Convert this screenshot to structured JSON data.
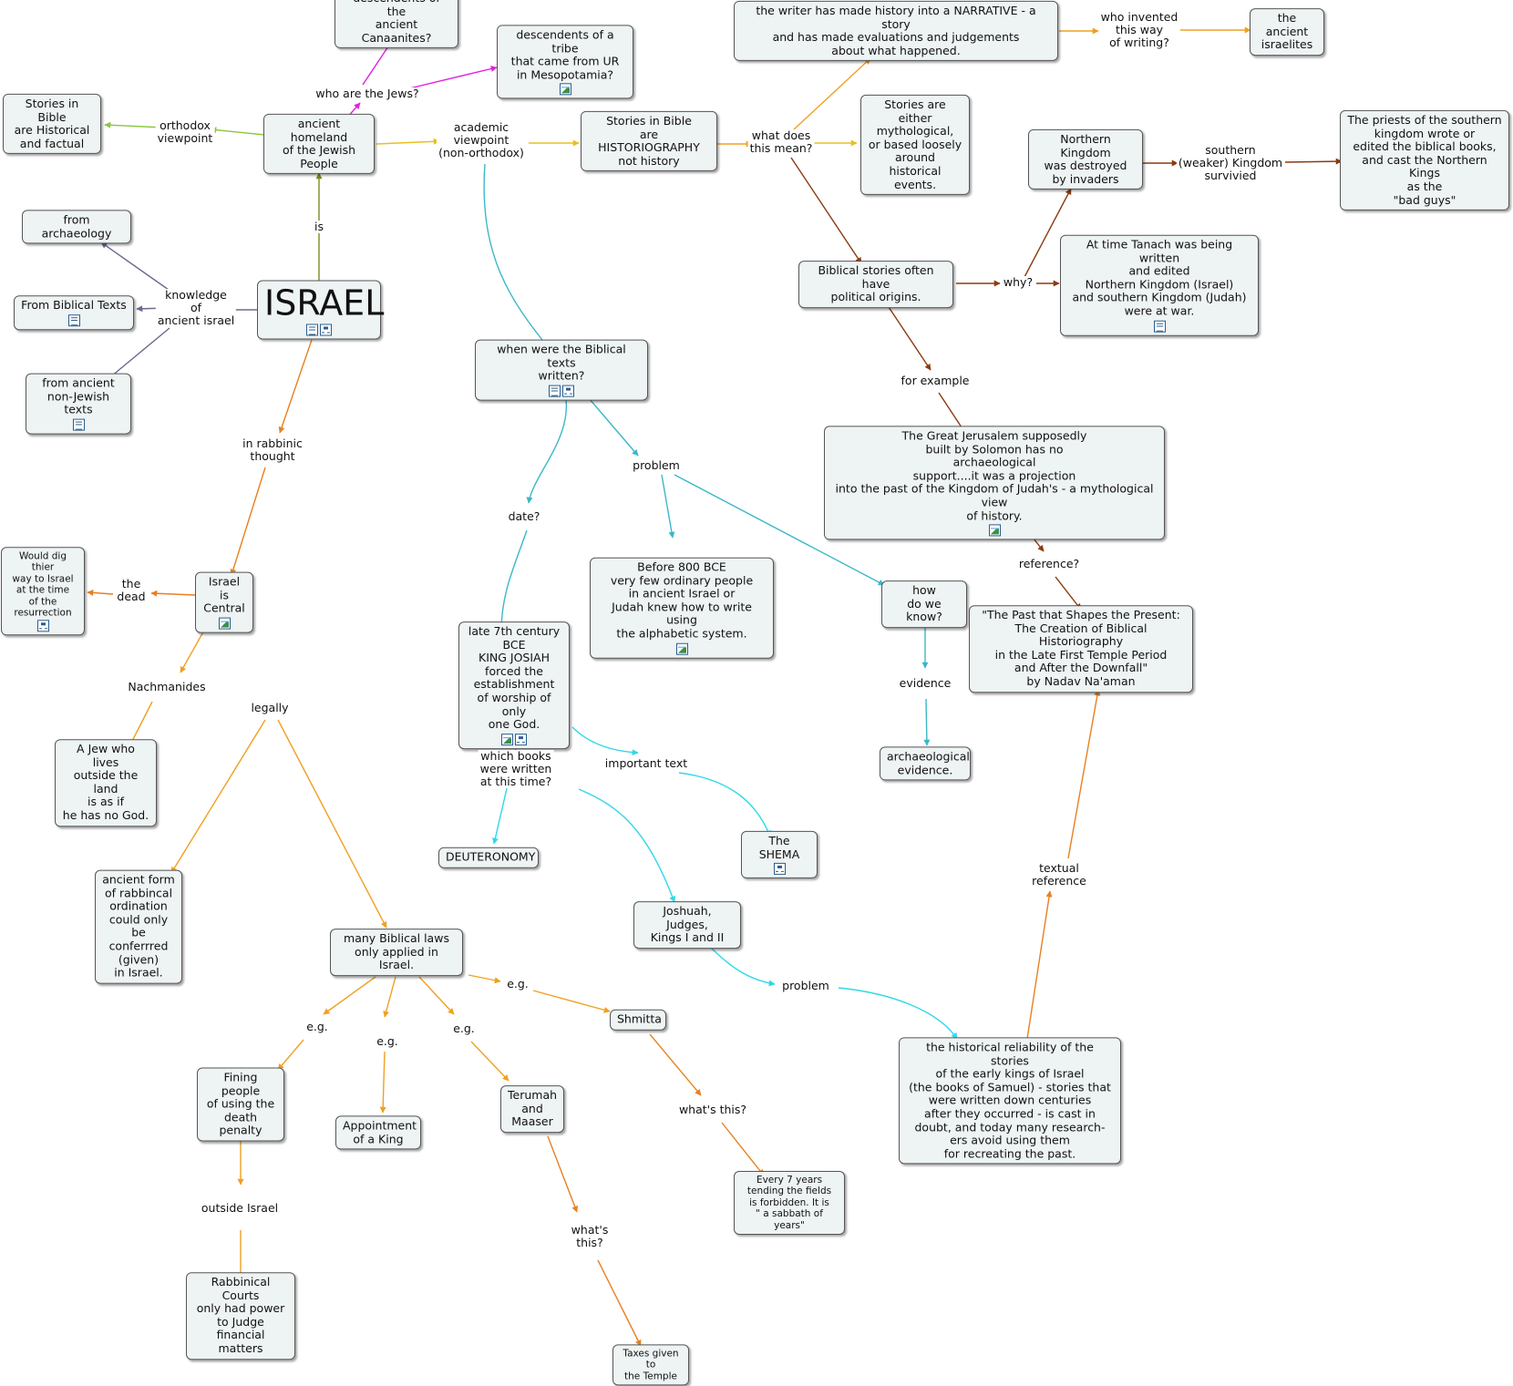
{
  "concept_map": {
    "nodes": [
      {
        "id": "israel",
        "text": "ISRAEL",
        "icons": [
          "doc",
          "map"
        ]
      },
      {
        "id": "homeland",
        "text": "ancient homeland\nof the Jewish\nPeople"
      },
      {
        "id": "canaanites",
        "text": "descendents of the\nancient Canaanites?"
      },
      {
        "id": "ur",
        "text": "descendents of a tribe\nthat came from UR\nin Mesopotamia?",
        "icons": [
          "image"
        ]
      },
      {
        "id": "historical",
        "text": "Stories in Bible\nare Historical\nand factual"
      },
      {
        "id": "historiography",
        "text": "Stories in Bible\nare HISTORIOGRAPHY\nnot history"
      },
      {
        "id": "narrative",
        "text": "the writer has made history into a NARRATIVE - a story\nand has made evaluations and judgements\nabout what happened."
      },
      {
        "id": "israelites",
        "text": "the ancient\nisraelites"
      },
      {
        "id": "mythological",
        "text": "Stories are either\nmythological,\nor based loosely\naround historical\nevents."
      },
      {
        "id": "northern",
        "text": "Northern Kingdom\nwas destroyed\nby invaders"
      },
      {
        "id": "priests",
        "text": "The priests of the southern\nkingdom wrote or\nedited  the biblical books,\nand cast the Northern Kings\nas the\n\"bad guys\""
      },
      {
        "id": "political",
        "text": "Biblical stories often have\npolitical origins."
      },
      {
        "id": "tanach",
        "text": "At time Tanach was being written\nand edited\nNorthern Kingdom (Israel)\nand southern Kingdom (Judah)\nwere at war.",
        "icons": [
          "doc"
        ]
      },
      {
        "id": "archaeology",
        "text": "from archaeology"
      },
      {
        "id": "biblical_texts",
        "text": "From Biblical Texts",
        "icons": [
          "doc"
        ]
      },
      {
        "id": "non_jewish",
        "text": "from ancient\nnon-Jewish texts",
        "icons": [
          "doc"
        ]
      },
      {
        "id": "when_written",
        "text": "when were the Biblical texts\nwritten?",
        "icons": [
          "doc",
          "map"
        ]
      },
      {
        "id": "jerusalem",
        "text": "The Great Jerusalem supposedly\nbuilt by Solomon has no\narchaeological\nsupport....it was a projection\ninto the past of the Kingdom of Judah's - a mythological view\nof history.",
        "icons": [
          "image"
        ]
      },
      {
        "id": "central",
        "text": "Israel is\nCentral",
        "icons": [
          "image"
        ]
      },
      {
        "id": "dig",
        "text": "Would dig thier\nway to Israel\nat the time\nof the\nresurrection",
        "icons": [
          "map"
        ],
        "size": "small"
      },
      {
        "id": "before800",
        "text": "Before 800 BCE\nvery few ordinary people\nin ancient Israel or\nJudah knew how to write using\nthe alphabetic system.",
        "icons": [
          "image"
        ]
      },
      {
        "id": "how_know",
        "text": "how\ndo we know?"
      },
      {
        "id": "past_shapes",
        "text": "\"The Past that Shapes the Present:\nThe Creation of Biblical Historiography\nin the Late First Temple Period\nand After the Downfall\"\nby Nadav Na'aman"
      },
      {
        "id": "josiah",
        "text": "late 7th century\nBCE\nKING JOSIAH\nforced the\nestablishment\nof worship of only\none God.",
        "icons": [
          "image",
          "map"
        ]
      },
      {
        "id": "jew_outside",
        "text": "A Jew who lives\noutside the land\nis as if\nhe has no God."
      },
      {
        "id": "arch_evidence",
        "text": "archaeological\nevidence."
      },
      {
        "id": "deuteronomy",
        "text": "DEUTERONOMY"
      },
      {
        "id": "shema",
        "text": "The SHEMA",
        "icons": [
          "map"
        ]
      },
      {
        "id": "ordination",
        "text": "ancient form\nof rabbincal\nordination\ncould only be\nconferrred\n(given)\nin Israel."
      },
      {
        "id": "joshua",
        "text": "Joshuah, Judges,\nKings I and II"
      },
      {
        "id": "many_laws",
        "text": "many Biblical laws\nonly applied in Israel."
      },
      {
        "id": "shmitta",
        "text": "Shmitta"
      },
      {
        "id": "fining",
        "text": "Fining people\nof using the\ndeath\npenalty"
      },
      {
        "id": "terumah",
        "text": "Terumah\nand\nMaaser"
      },
      {
        "id": "king",
        "text": "Appointment\nof a King"
      },
      {
        "id": "reliability",
        "text": "the historical reliability of the stories\nof the early kings of Israel\n(the books of Samuel) - stories that\nwere written down centuries\nafter they occurred - is cast in\ndoubt, and today many research-\ners avoid using them\nfor recreating the past."
      },
      {
        "id": "every7",
        "text": "Every 7 years\ntending the fields\nis forbidden. It is\n\" a sabbath of years\"",
        "size": "small"
      },
      {
        "id": "courts",
        "text": "Rabbinical Courts\nonly had power\nto Judge\nfinancial matters"
      },
      {
        "id": "taxes",
        "text": "Taxes given to\nthe Temple",
        "size": "small"
      }
    ],
    "link_labels": [
      {
        "id": "l_who_jews",
        "text": "who are the Jews?"
      },
      {
        "id": "l_orthodox",
        "text": "orthodox\nviewpoint"
      },
      {
        "id": "l_academic",
        "text": "academic\nviewpoint\n(non-orthodox)"
      },
      {
        "id": "l_what_mean",
        "text": "what does\nthis mean?"
      },
      {
        "id": "l_who_invented",
        "text": "who invented\nthis way\nof writing?"
      },
      {
        "id": "l_southern",
        "text": "southern\n(weaker) Kingdom\nsurvivied"
      },
      {
        "id": "l_is",
        "text": "is"
      },
      {
        "id": "l_knowledge",
        "text": "knowledge\nof\nancient israel"
      },
      {
        "id": "l_why",
        "text": "why?"
      },
      {
        "id": "l_for_example",
        "text": "for example"
      },
      {
        "id": "l_rabbinic",
        "text": "in rabbinic\nthought"
      },
      {
        "id": "l_problem1",
        "text": "problem"
      },
      {
        "id": "l_date",
        "text": "date?"
      },
      {
        "id": "l_reference",
        "text": "reference?"
      },
      {
        "id": "l_the_dead",
        "text": "the\ndead"
      },
      {
        "id": "l_nachmanides",
        "text": "Nachmanides"
      },
      {
        "id": "l_legally",
        "text": "legally"
      },
      {
        "id": "l_evidence",
        "text": "evidence"
      },
      {
        "id": "l_which_books",
        "text": "which books\nwere written\nat this time?"
      },
      {
        "id": "l_important",
        "text": "important text"
      },
      {
        "id": "l_textual",
        "text": "textual\nreference"
      },
      {
        "id": "l_problem2",
        "text": "problem"
      },
      {
        "id": "l_eg1",
        "text": "e.g."
      },
      {
        "id": "l_eg2",
        "text": "e.g."
      },
      {
        "id": "l_eg3",
        "text": "e.g."
      },
      {
        "id": "l_eg4",
        "text": "e.g."
      },
      {
        "id": "l_whats_this1",
        "text": "what's this?"
      },
      {
        "id": "l_outside",
        "text": "outside Israel"
      },
      {
        "id": "l_whats_this2",
        "text": "what's\nthis?"
      }
    ],
    "link_colors": {
      "olive": "#7a8a1e",
      "lime": "#8cc63f",
      "magenta": "#e020e0",
      "gold": "#e8c020",
      "amber": "#f0a020",
      "orange": "#e88020",
      "brown": "#8b3a10",
      "teal": "#3bb8c8",
      "cyan": "#30d8e8",
      "slate": "#6a6a90",
      "gray": "#555555"
    }
  }
}
